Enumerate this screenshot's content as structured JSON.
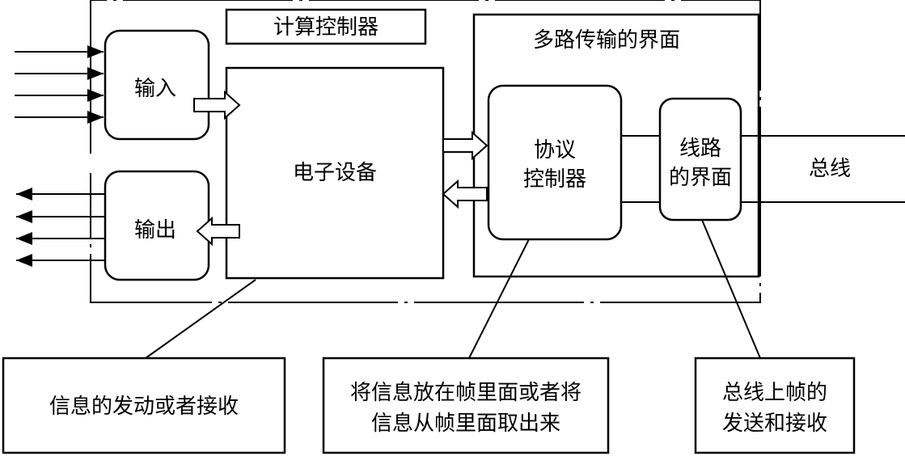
{
  "colors": {
    "stroke": "#000000",
    "background": "#ffffff"
  },
  "labels": {
    "controller": "计算控制器",
    "input": "输入",
    "output": "输出",
    "electronic_device": "电子设备",
    "multiplex_interface": "多路传输的界面",
    "protocol_line1": "协议",
    "protocol_line2": "控制器",
    "line_if_line1": "线路",
    "line_if_line2": "的界面",
    "bus": "总线"
  },
  "callouts": {
    "send_receive": "信息的发动或者接收",
    "frame_line1": "将信息放在帧里面或者将",
    "frame_line2": "信息从帧里面取出来",
    "bus_line1": "总线上帧的",
    "bus_line2": "发送和接收"
  }
}
